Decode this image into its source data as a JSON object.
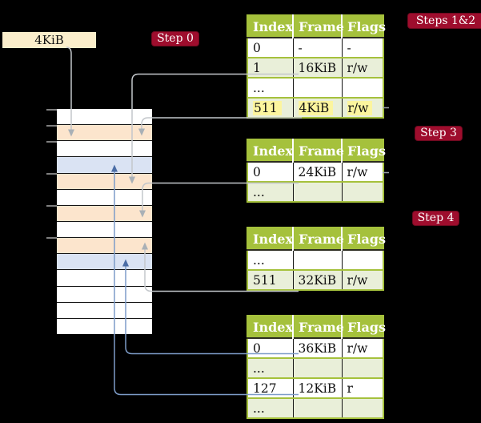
{
  "title_box": {
    "label": "4KiB"
  },
  "steps": [
    {
      "id": "step0",
      "label": "Step 0"
    },
    {
      "id": "steps12",
      "label": "Steps 1&2"
    },
    {
      "id": "step3",
      "label": "Step 3"
    },
    {
      "id": "step4",
      "label": "Step 4"
    }
  ],
  "memory": {
    "description": "physical memory frames, one row = 4KiB",
    "rows": [
      "white",
      "peach",
      "white",
      "blue",
      "peach",
      "white",
      "peach",
      "white",
      "peach",
      "blue",
      "white",
      "white",
      "white",
      "white"
    ],
    "tick_boundaries": [
      0,
      1,
      2,
      4,
      6,
      8
    ]
  },
  "tables": [
    {
      "name": "page-table-1",
      "headers": [
        "Index",
        "Frame",
        "Flags"
      ],
      "rows": [
        {
          "cells": [
            "0",
            "-",
            "-"
          ],
          "shaded": false,
          "highlight": false
        },
        {
          "cells": [
            "1",
            "16KiB",
            "r/w"
          ],
          "shaded": true,
          "highlight": false
        },
        {
          "cells": [
            "...",
            "",
            ""
          ],
          "shaded": false,
          "highlight": false
        },
        {
          "cells": [
            "511",
            "4KiB",
            "r/w"
          ],
          "shaded": true,
          "highlight": true
        }
      ]
    },
    {
      "name": "page-table-2",
      "headers": [
        "Index",
        "Frame",
        "Flags"
      ],
      "rows": [
        {
          "cells": [
            "0",
            "24KiB",
            "r/w"
          ],
          "shaded": false,
          "highlight": false
        },
        {
          "cells": [
            "...",
            "",
            ""
          ],
          "shaded": true,
          "highlight": false
        }
      ]
    },
    {
      "name": "page-table-3",
      "headers": [
        "Index",
        "Frame",
        "Flags"
      ],
      "rows": [
        {
          "cells": [
            "...",
            "",
            ""
          ],
          "shaded": false,
          "highlight": false
        },
        {
          "cells": [
            "511",
            "32KiB",
            "r/w"
          ],
          "shaded": true,
          "highlight": false
        }
      ]
    },
    {
      "name": "page-table-4",
      "headers": [
        "Index",
        "Frame",
        "Flags"
      ],
      "rows": [
        {
          "cells": [
            "0",
            "36KiB",
            "r/w"
          ],
          "shaded": false,
          "highlight": false
        },
        {
          "cells": [
            "...",
            "",
            ""
          ],
          "shaded": true,
          "highlight": false
        },
        {
          "cells": [
            "127",
            "12KiB",
            "r"
          ],
          "shaded": false,
          "highlight": false
        },
        {
          "cells": [
            "...",
            "",
            ""
          ],
          "shaded": true,
          "highlight": false
        }
      ]
    }
  ],
  "colors": {
    "background": "#000000",
    "step_badge": "#9e0d2d",
    "table_header_green": "#a5c13c",
    "table_row_green": "#e9efd9",
    "highlight_yellow": "#fcf59e",
    "frame_peach": "#fce5cd",
    "frame_blue": "#dae3f3",
    "cream_box": "#fbeecb",
    "line_gray": "#c3c7cb",
    "line_blue": "#7d9cc8"
  }
}
